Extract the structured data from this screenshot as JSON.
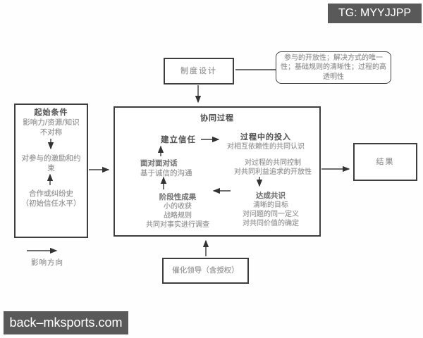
{
  "watermark": {
    "tg": "TG: MYYJJPP",
    "site": "back–mksports.com"
  },
  "colors": {
    "badge_bg": "#595959",
    "box_border": "#3e3e3e",
    "text_muted": "#8f8f8f",
    "text_strong": "#555555"
  },
  "diagram": {
    "institutional_design": "制度设计",
    "design_note": "参与的开放性；解决方式的唯一性；基础规则的清晰性；过程的高透明性",
    "starting_conditions": {
      "title": "起始条件",
      "asymmetry": "影响力/资源/知识\n不对称",
      "incentives": "对参与的激励和约\n束",
      "history": "合作或纠纷史\n（初始信任水平）"
    },
    "process": {
      "title": "协同过程",
      "trust": "建立信任",
      "commitment_title": "过程中的投入",
      "commitment_sub": "对相互依赖性的共同认识",
      "dialogue_title": "面对面对话",
      "dialogue_sub": "基于诚信的沟通",
      "control": "对过程的共同控制\n对共同利益追求的开放性",
      "consensus_title": "达成共识",
      "consensus_sub": "清晰的目标\n对问题的同一定义\n对共同价值的确定",
      "outcomes_title": "阶段性成果",
      "outcomes_sub": "小的收获\n战略规则\n共同对事实进行调查"
    },
    "result": "结果",
    "leadership": "催化领导（含授权）",
    "legend": "影响方向"
  }
}
